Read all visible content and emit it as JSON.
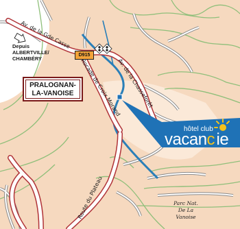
{
  "map": {
    "colors": {
      "background": "#ffffff",
      "terrain": "#f6d9bf",
      "road": "#b03338",
      "road_fill": "#ffffff",
      "secondary_road": "#8a8a8a",
      "river": "#2a7fb8",
      "contour": "#8fbf7a",
      "banner": "#1f72b6",
      "route_badge": "#f3a33a"
    },
    "origin_label": {
      "line1": "Depuis",
      "line2": "ALBERTVILLE/",
      "line3": "CHAMBÉRY"
    },
    "route_number": "D915",
    "town": {
      "line1": "PRALOGNAN-",
      "line2": "LA-VANOISE"
    },
    "roads": {
      "av_grande_casse": "Av. de la Gde Casse",
      "av_chasseforet": "Av. de la Chasseforêt",
      "rocade_croix_morand": "Rocade de Croix Morand",
      "route_plateau": "Route du Plateau"
    },
    "park": {
      "line1": "Parc Nat.",
      "line2": "De La",
      "line3": "Vanoise"
    },
    "logo": {
      "top": "hôtel club",
      "name_part1": "vacan",
      "name_part2": "ie",
      "icon": "sun-icon"
    }
  }
}
